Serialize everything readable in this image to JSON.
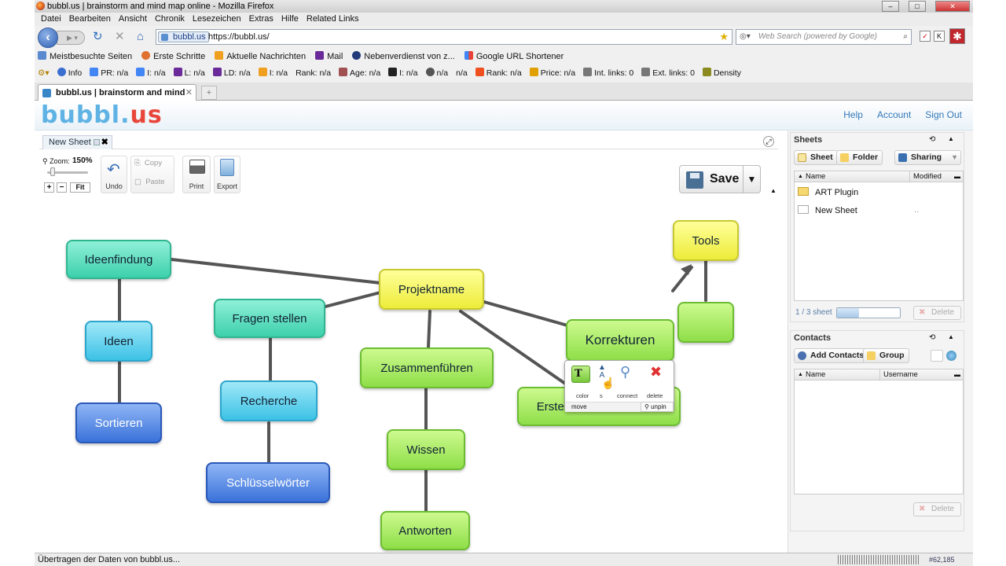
{
  "window": {
    "title": "bubbl.us | brainstorm and mind map online - Mozilla Firefox"
  },
  "menu": [
    "Datei",
    "Bearbeiten",
    "Ansicht",
    "Chronik",
    "Lesezeichen",
    "Extras",
    "Hilfe",
    "Related Links"
  ],
  "nav": {
    "site_badge": "bubbl.us",
    "url": "https://bubbl.us/",
    "search_placeholder": "Web Search (powered by Google)"
  },
  "bookmarks": [
    "Meistbesuchte Seiten",
    "Erste Schritte",
    "Aktuelle Nachrichten",
    "Mail",
    "Nebenverdienst von z...",
    "Google URL Shortener"
  ],
  "seo": [
    "Info",
    "PR: n/a",
    "I: n/a",
    "L: n/a",
    "LD: n/a",
    "I: n/a",
    "Rank: n/a",
    "Age: n/a",
    "I: n/a",
    "n/a",
    "n/a",
    "Rank: n/a",
    "Price: n/a",
    "Int. links: 0",
    "Ext. links: 0",
    "Density"
  ],
  "tab": {
    "title": "bubbl.us | brainstorm and mind map ..."
  },
  "app": {
    "logo_a": "bubbl.",
    "logo_b": "us",
    "links": [
      "Help",
      "Account",
      "Sign Out"
    ],
    "sheet_tab": "New Sheet",
    "zoom_label": "Zoom:",
    "zoom_value": "150%",
    "zoom_buttons": [
      "+",
      "−",
      "Fit"
    ],
    "toolbar": {
      "undo": "Undo",
      "copy": "Copy",
      "paste": "Paste",
      "print": "Print",
      "export": "Export",
      "save": "Save"
    }
  },
  "mindmap": {
    "nodes": [
      "Ideenfindung",
      "Ideen",
      "Sortieren",
      "Fragen stellen",
      "Recherche",
      "Schlüsselwörter",
      "Projektname",
      "Zusammenführen",
      "Wissen",
      "Antworten",
      "Korrekturen",
      "Erstellen des Produktes",
      "Tools",
      ""
    ]
  },
  "palette": {
    "color": "color",
    "size": "s",
    "connect": "connect",
    "delete": "delete",
    "move": "move",
    "unpin": "unpin"
  },
  "sheets": {
    "title": "Sheets",
    "buttons": [
      "Sheet",
      "Folder",
      "Sharing"
    ],
    "columns": [
      "Name",
      "Modified"
    ],
    "rows": [
      {
        "name": "ART Plugin",
        "modified": ""
      },
      {
        "name": "New Sheet",
        "modified": ".."
      }
    ],
    "count": "1 / 3 sheet",
    "delete": "Delete"
  },
  "contacts": {
    "title": "Contacts",
    "buttons": [
      "Add Contacts",
      "Group"
    ],
    "columns": [
      "Name",
      "Username"
    ],
    "delete": "Delete"
  },
  "status": {
    "text": "Übertragen der Daten von bubbl.us...",
    "right": "#62,185"
  },
  "colors": {
    "accent": "#3478b8",
    "teal": "#3dd0ac",
    "yellow": "#ecec3a",
    "green": "#8ede48",
    "blue": "#3a72da"
  }
}
